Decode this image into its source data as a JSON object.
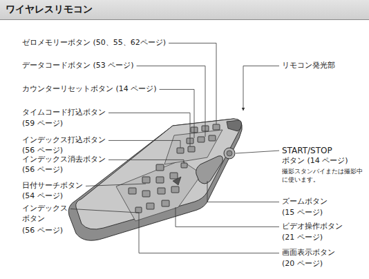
{
  "diagram": {
    "title": "ワイヤレスリモコン",
    "labels": [
      "ゼロメモリーボタン (50、55、62ページ)",
      "データコードボタン (53 ページ)",
      "カウンターリセットボタン (14 ページ)",
      "タイムコード打込ボタン",
      "(59 ページ)",
      "インデックス打込ボタン",
      "(56 ページ)",
      "インデックス消去ボタン",
      "(56 ページ)",
      "日付サーチボタン",
      "(54 ページ)",
      "インデックス ボタン",
      "(56 ページ)",
      "リモコン発光部",
      "START/STOP",
      "ボタン (14 ページ)",
      "撮影スタンバイまたは撮影中に使います。",
      "ズームボタン",
      "(15 ページ)",
      "ビデオ操作ボタン",
      "(21 ページ)",
      "画面表示ボタン",
      "(20 ページ)"
    ]
  }
}
